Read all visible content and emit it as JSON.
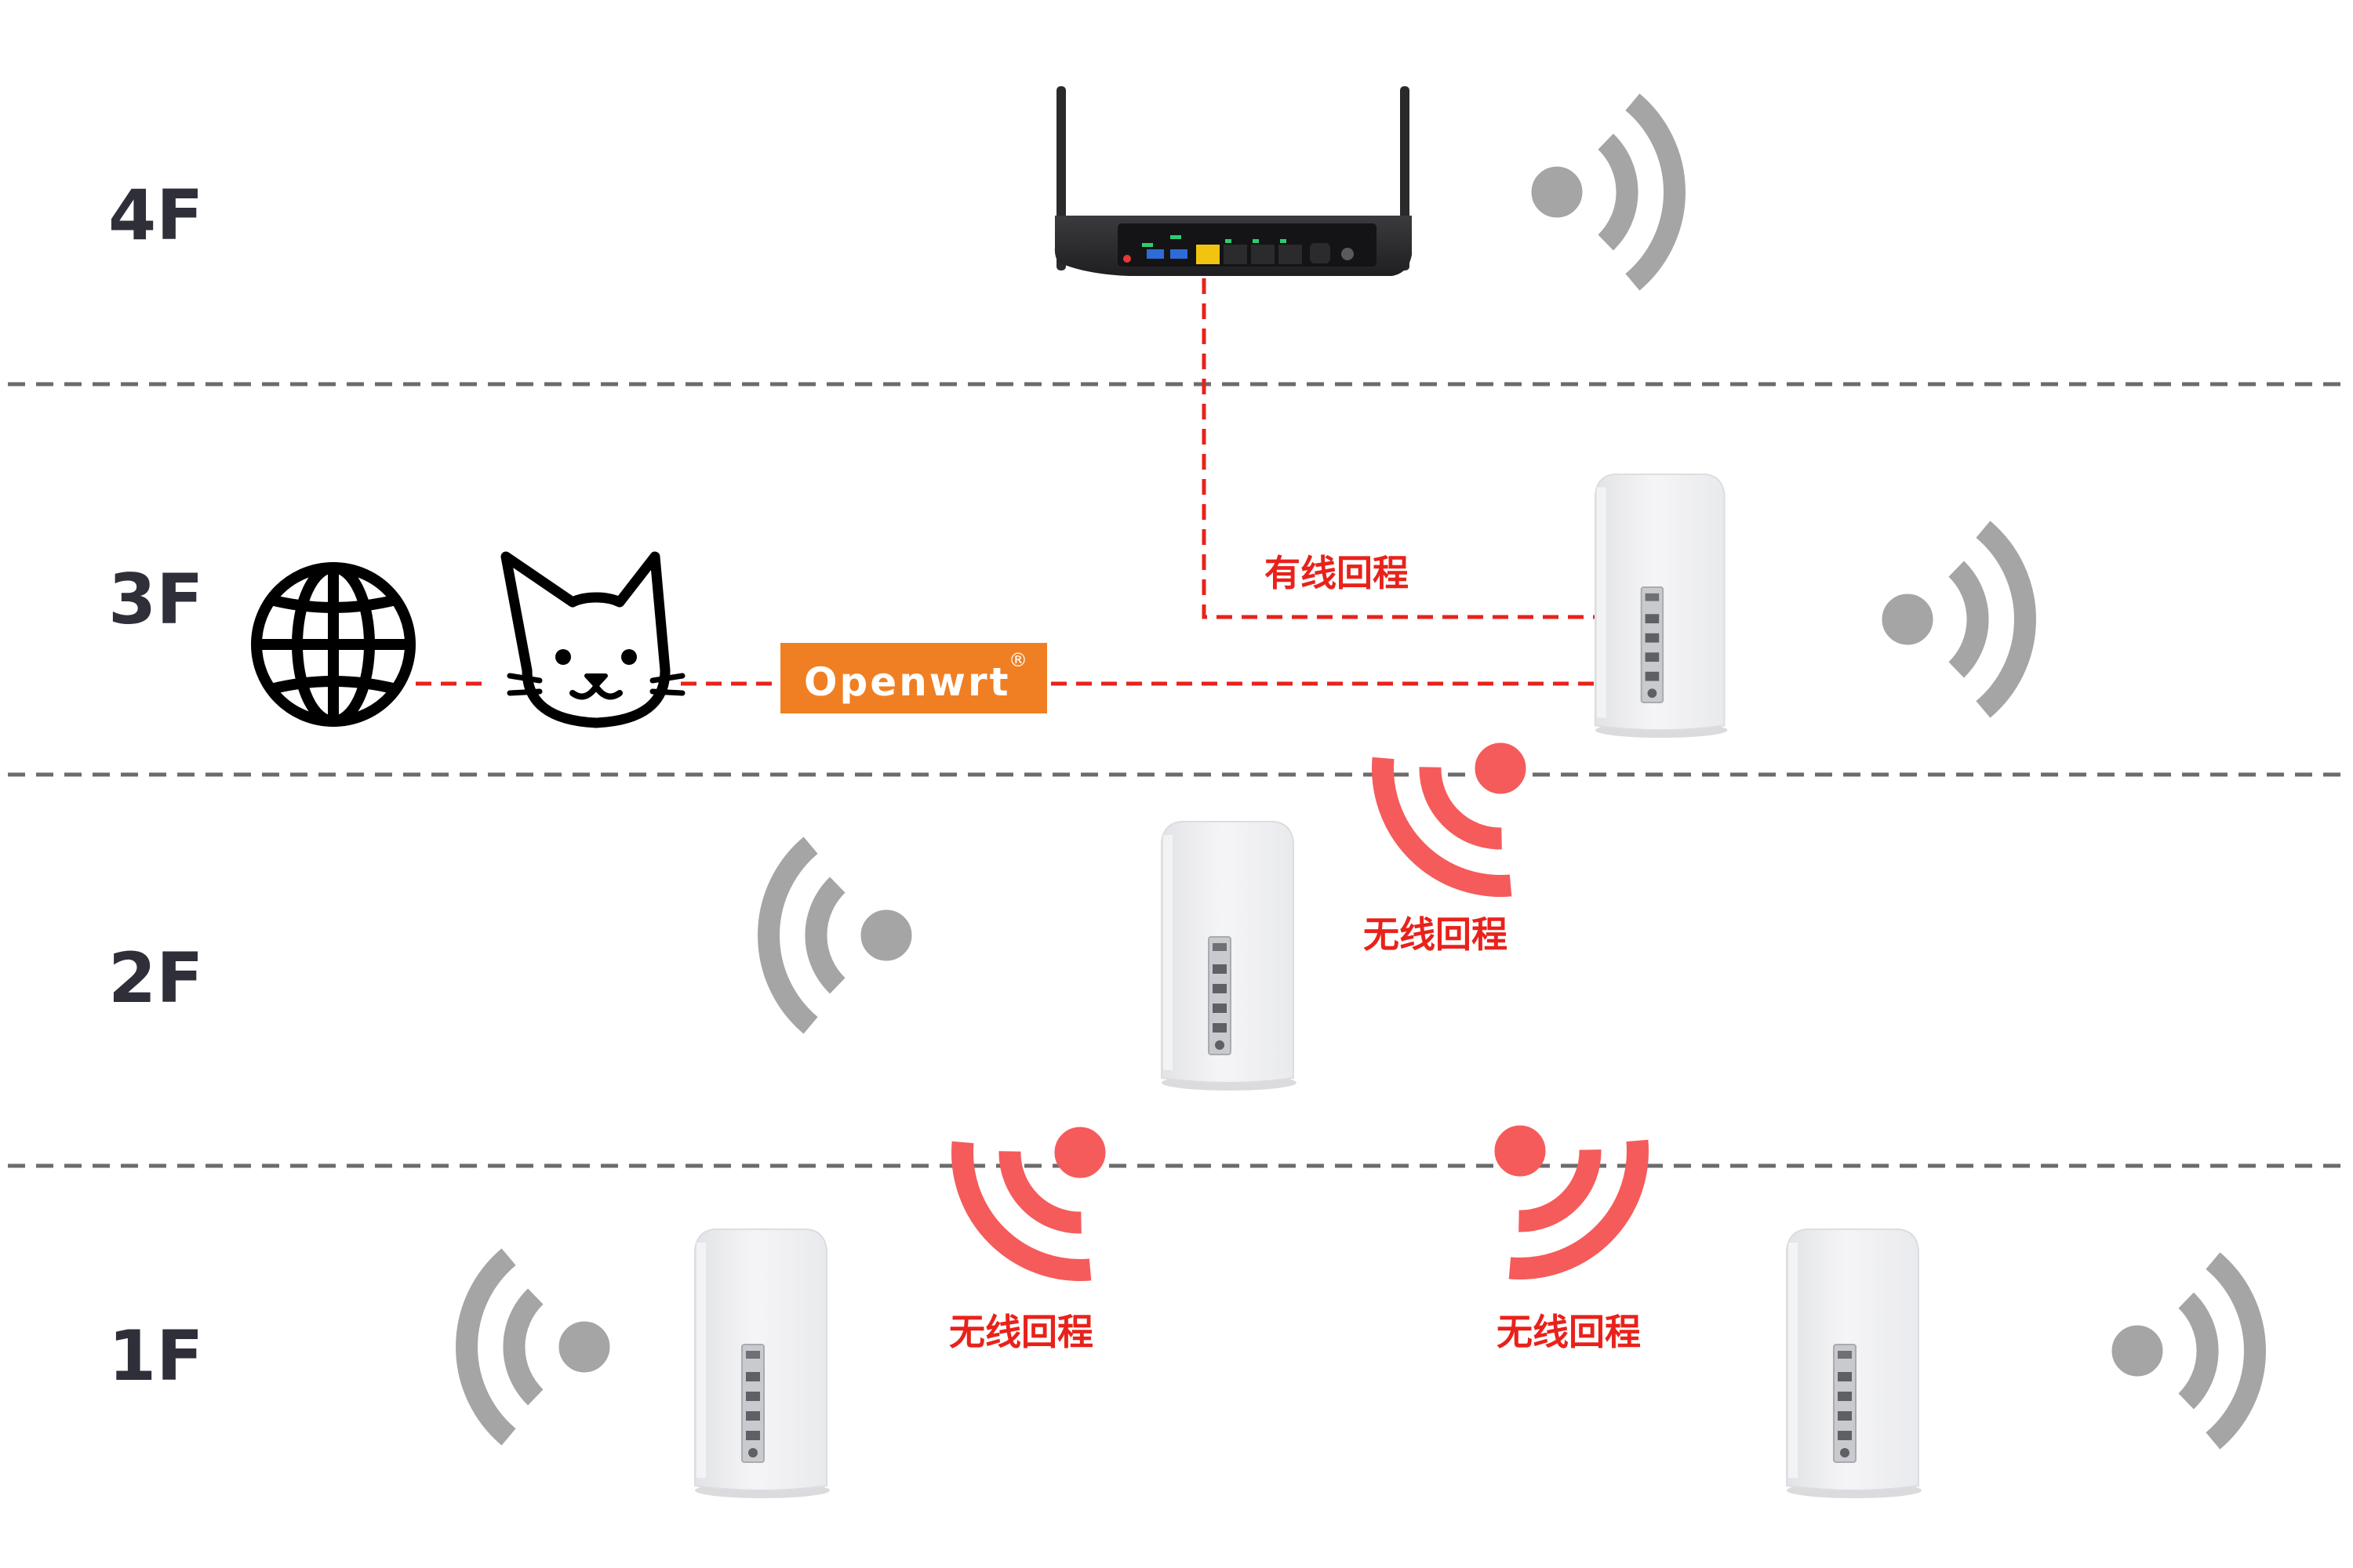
{
  "floors": {
    "f4": "4F",
    "f3": "3F",
    "f2": "2F",
    "f1": "1F"
  },
  "labels": {
    "wired_backhaul": "有线回程",
    "wireless_backhaul_2f": "无线回程",
    "wireless_backhaul_1f_left": "无线回程",
    "wireless_backhaul_1f_right": "无线回程"
  },
  "openwrt": {
    "name": "Openwrt",
    "mark": "®"
  },
  "colors": {
    "signal_gray": "#a5a5a5",
    "signal_red": "#f55b5b",
    "link_red": "#e8221b",
    "openwrt_orange": "#f07f23",
    "floor_text": "#2f2f3a",
    "floor_divider": "#6b6b6b"
  },
  "icons": {
    "globe": "globe-icon",
    "cat": "cat-icon",
    "router": "router-icon",
    "mesh_node": "mesh-node-icon",
    "wifi": "wifi-signal-icon"
  }
}
